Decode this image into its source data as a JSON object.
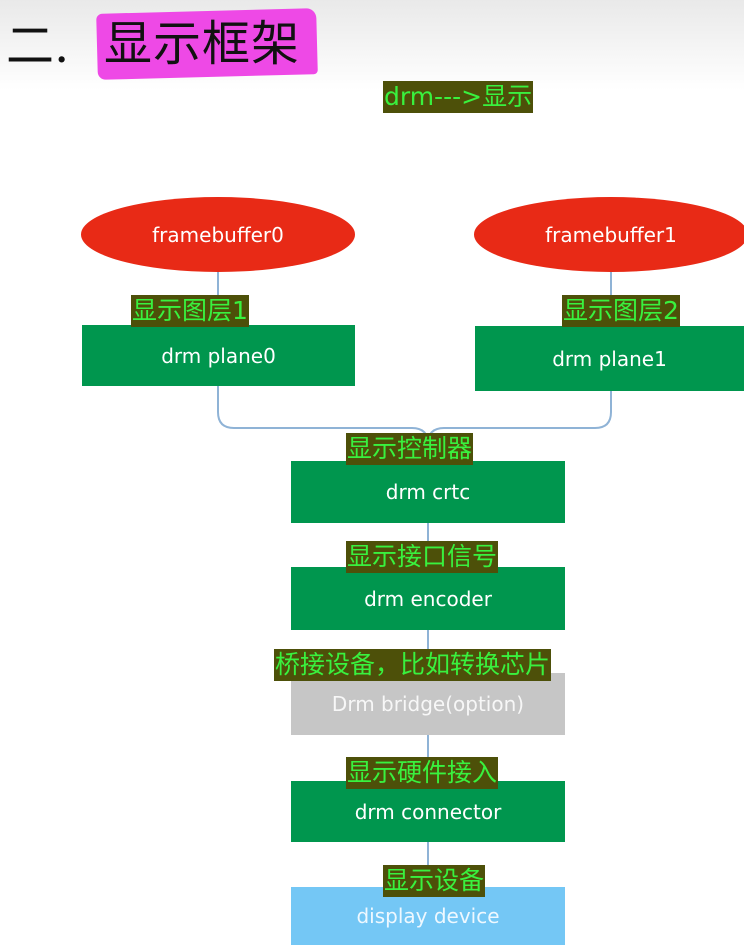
{
  "heading": {
    "number": "二.",
    "title": "显示框架"
  },
  "notes": {
    "drm_display": "drm--->显示",
    "layer1": "显示图层1",
    "layer2": "显示图层2",
    "controller": "显示控制器",
    "interface_signal": "显示接口信号",
    "bridge_device": "桥接设备，比如转换芯片",
    "hardware_interface": "显示硬件接入",
    "display_device": "显示设备"
  },
  "nodes": {
    "framebuffer0": "framebuffer0",
    "framebuffer1": "framebuffer1",
    "plane0": "drm plane0",
    "plane1": "drm plane1",
    "crtc": "drm crtc",
    "encoder": "drm encoder",
    "bridge": "Drm bridge(option)",
    "connector": "drm connector",
    "display": "display device"
  },
  "colors": {
    "highlight": "#ee49e6",
    "note_background": "#4d5009",
    "note_text": "#39f13e",
    "framebuffer": "#e82a16",
    "drm_block": "#00964e",
    "bridge_block": "#c6c6c6",
    "display_block": "#74c7f5",
    "connector_line": "#8fb3d6"
  }
}
